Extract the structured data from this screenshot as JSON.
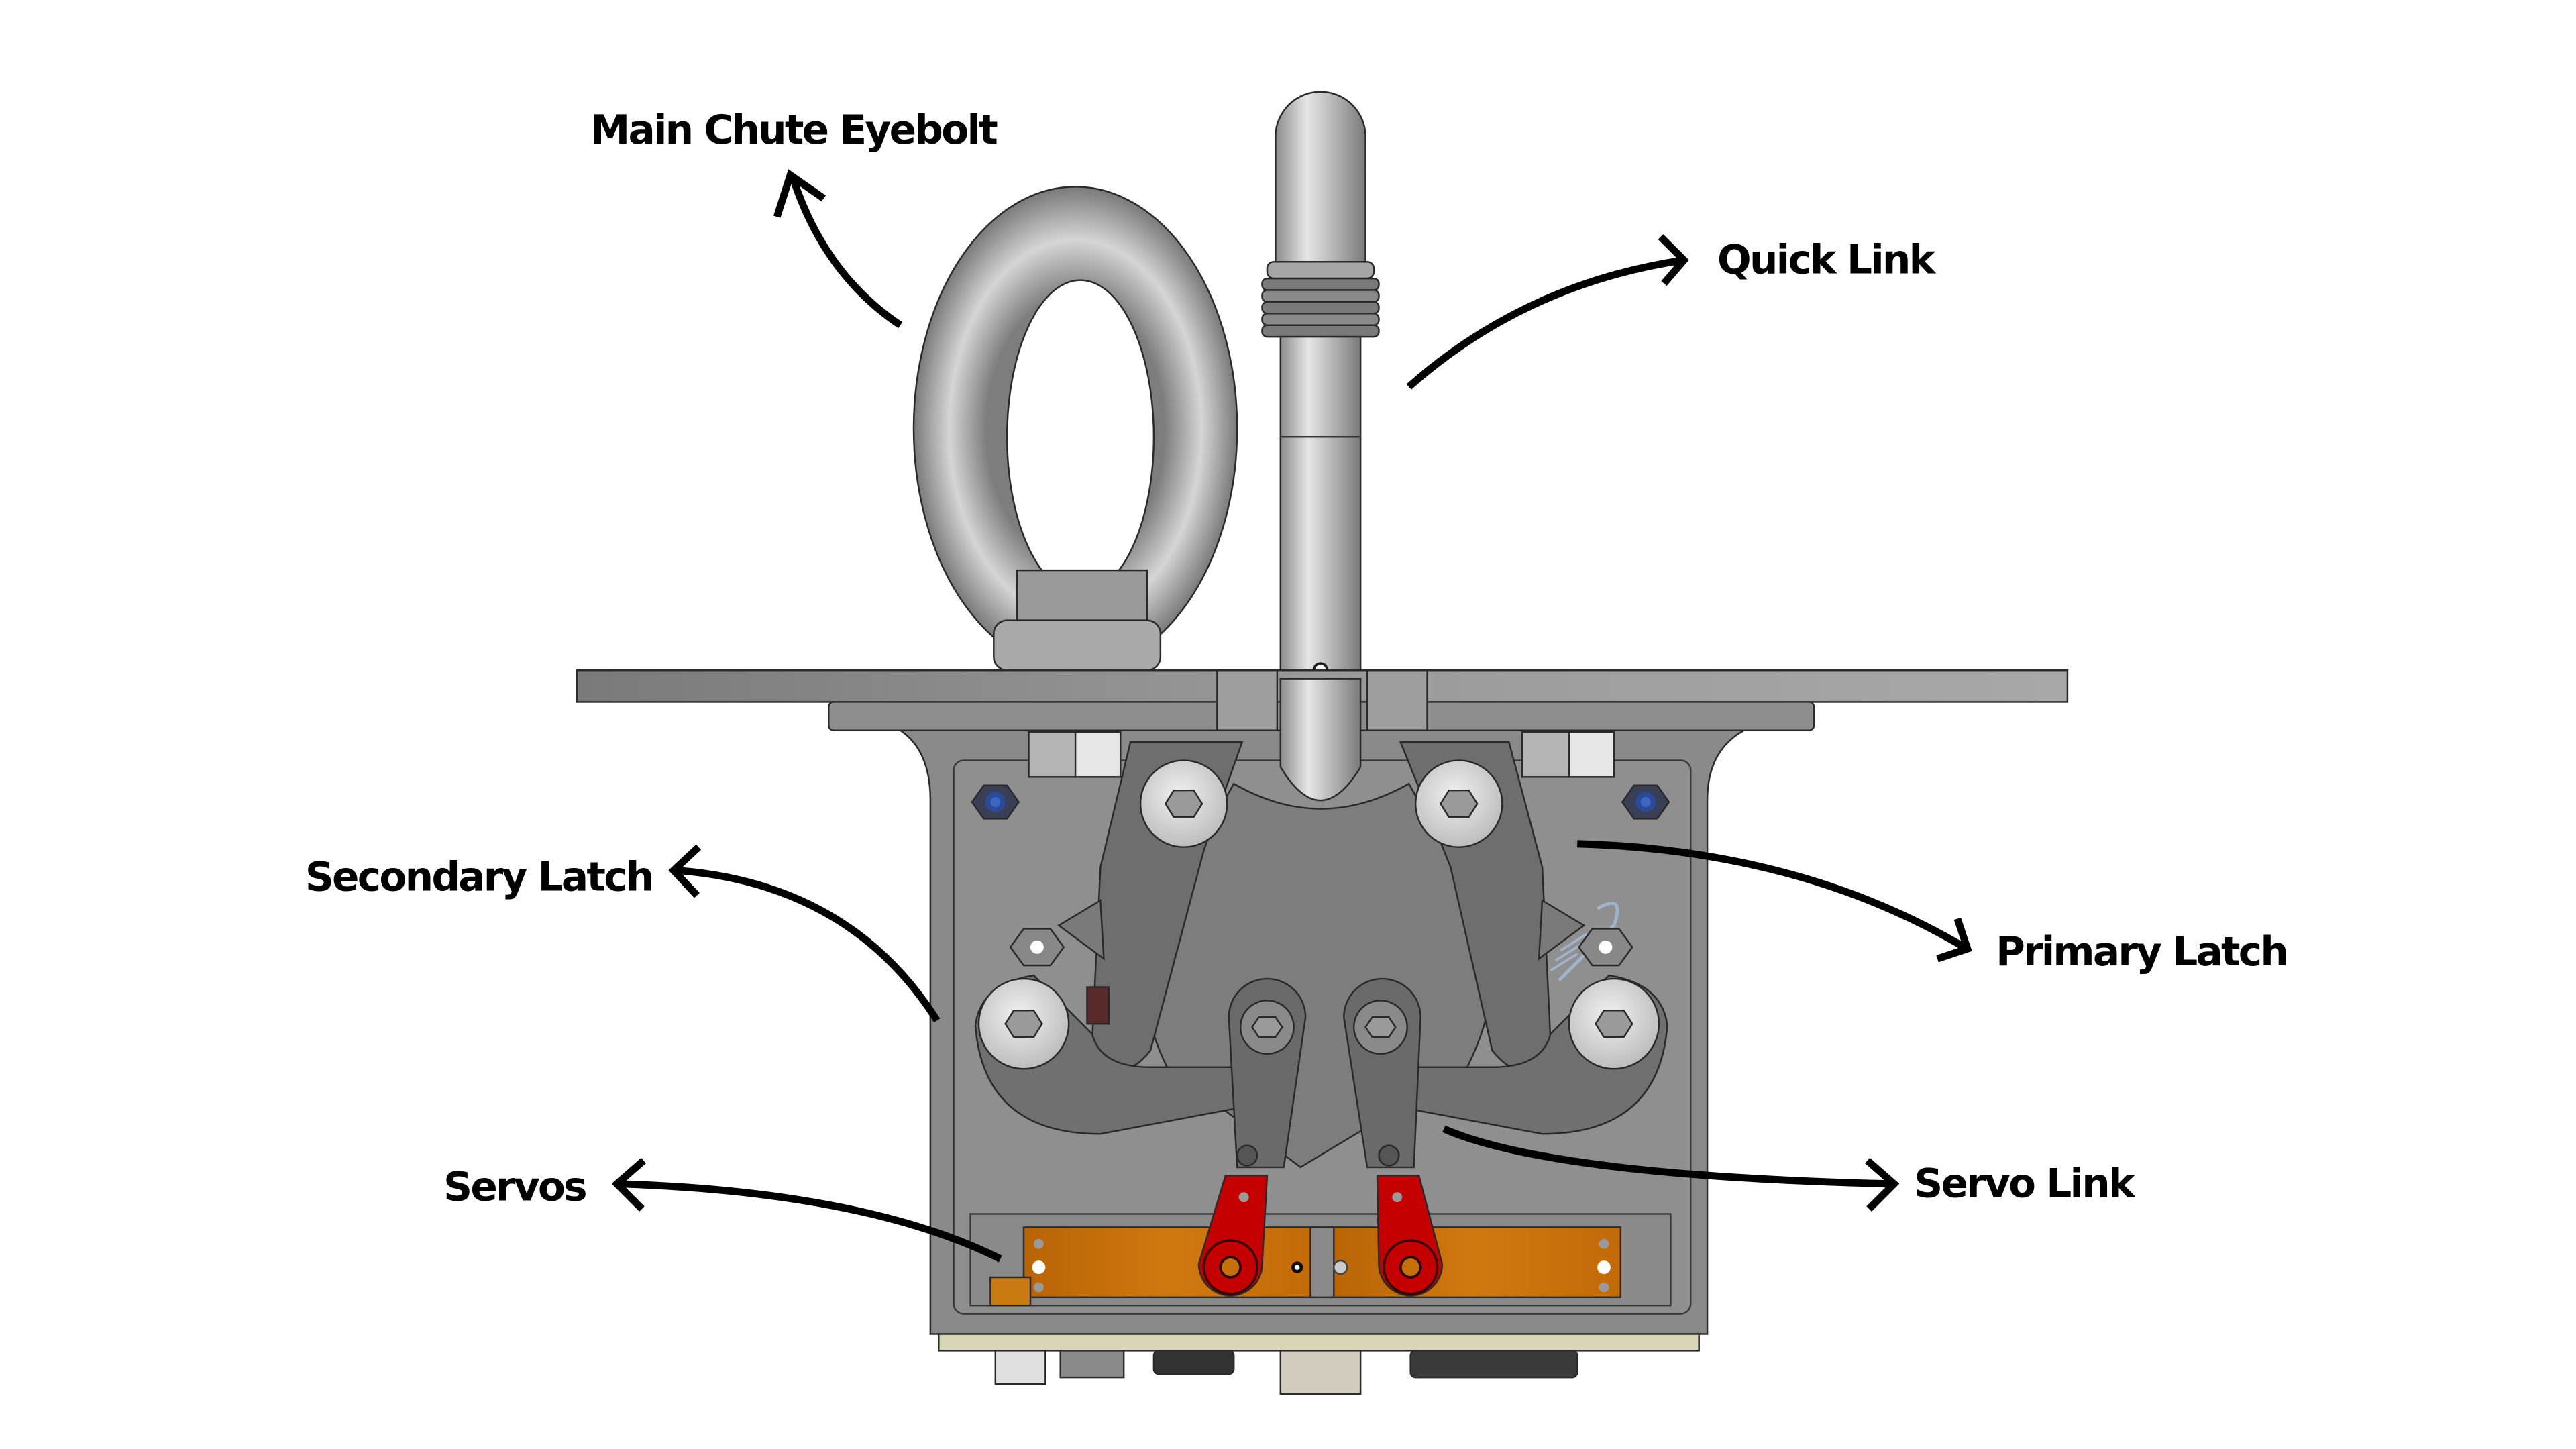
{
  "diagram": {
    "subject": "parachute release mechanism assembly (CAD render)",
    "labels": {
      "main_chute_eyebolt": "Main Chute Eyebolt",
      "quick_link": "Quick Link",
      "secondary_latch": "Secondary Latch",
      "primary_latch": "Primary Latch",
      "servos": "Servos",
      "servo_link": "Servo Link"
    },
    "colors": {
      "background": "#ffffff",
      "label_text": "#000000",
      "arrow": "#000000",
      "metal_light": "#c9c9c9",
      "metal_mid": "#8e8e8e",
      "metal_dark": "#5f5f5f",
      "housing": "#8a8a8a",
      "servo_body": "#c76f0a",
      "servo_horn": "#c40000",
      "washer": "#e2e2e2",
      "blue_nut": "#2a4a9a",
      "pcb": "#d8d6b4"
    }
  }
}
